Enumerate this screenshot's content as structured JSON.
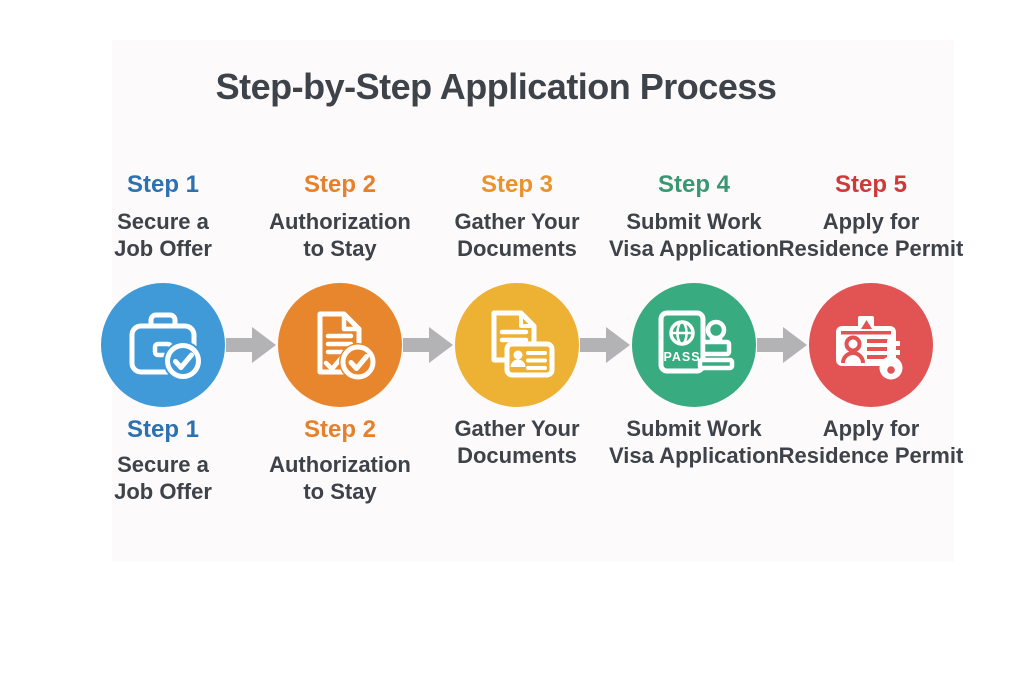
{
  "title": "Step-by-Step Application Process",
  "colors": {
    "title_text": "#3e4349",
    "body_text": "#3e4349",
    "arrow": "#b3b3b6",
    "background": "#ffffff",
    "tint": "#fcfafb"
  },
  "steps": [
    {
      "step_label": "Step 1",
      "accent": "#2e71b0",
      "circle_color": "#3f9ad7",
      "icon": "briefcase-check-icon",
      "top_lines": [
        "Secure a",
        "Job Offer"
      ],
      "bottom_step_label": "Step 1",
      "bottom_lines": [
        "Secure a",
        "Job Offer"
      ]
    },
    {
      "step_label": "Step 2",
      "accent": "#e5812c",
      "circle_color": "#e8862e",
      "icon": "document-check-icon",
      "top_lines": [
        "Authorization",
        "to Stay"
      ],
      "bottom_step_label": "Step 2",
      "bottom_lines": [
        "Authorization",
        "to Stay"
      ]
    },
    {
      "step_label": "Step 3",
      "accent": "#e9922e",
      "circle_color": "#edb133",
      "icon": "documents-id-card-icon",
      "top_lines": [
        "Gather Your",
        "Documents"
      ],
      "bottom_lines": [
        "Gather Your",
        "Documents"
      ]
    },
    {
      "step_label": "Step 4",
      "accent": "#3b9674",
      "circle_color": "#39ab80",
      "icon": "passport-stamp-icon",
      "icon_text": "PASS",
      "top_lines": [
        "Submit Work",
        "Visa Application"
      ],
      "bottom_lines": [
        "Submit Work",
        "Visa Application"
      ]
    },
    {
      "step_label": "Step 5",
      "accent": "#cd3a3a",
      "circle_color": "#e25353",
      "icon": "id-card-key-icon",
      "top_lines": [
        "Apply for",
        "Residence Permit"
      ],
      "bottom_lines": [
        "Apply for",
        "Residence Permit"
      ]
    }
  ]
}
